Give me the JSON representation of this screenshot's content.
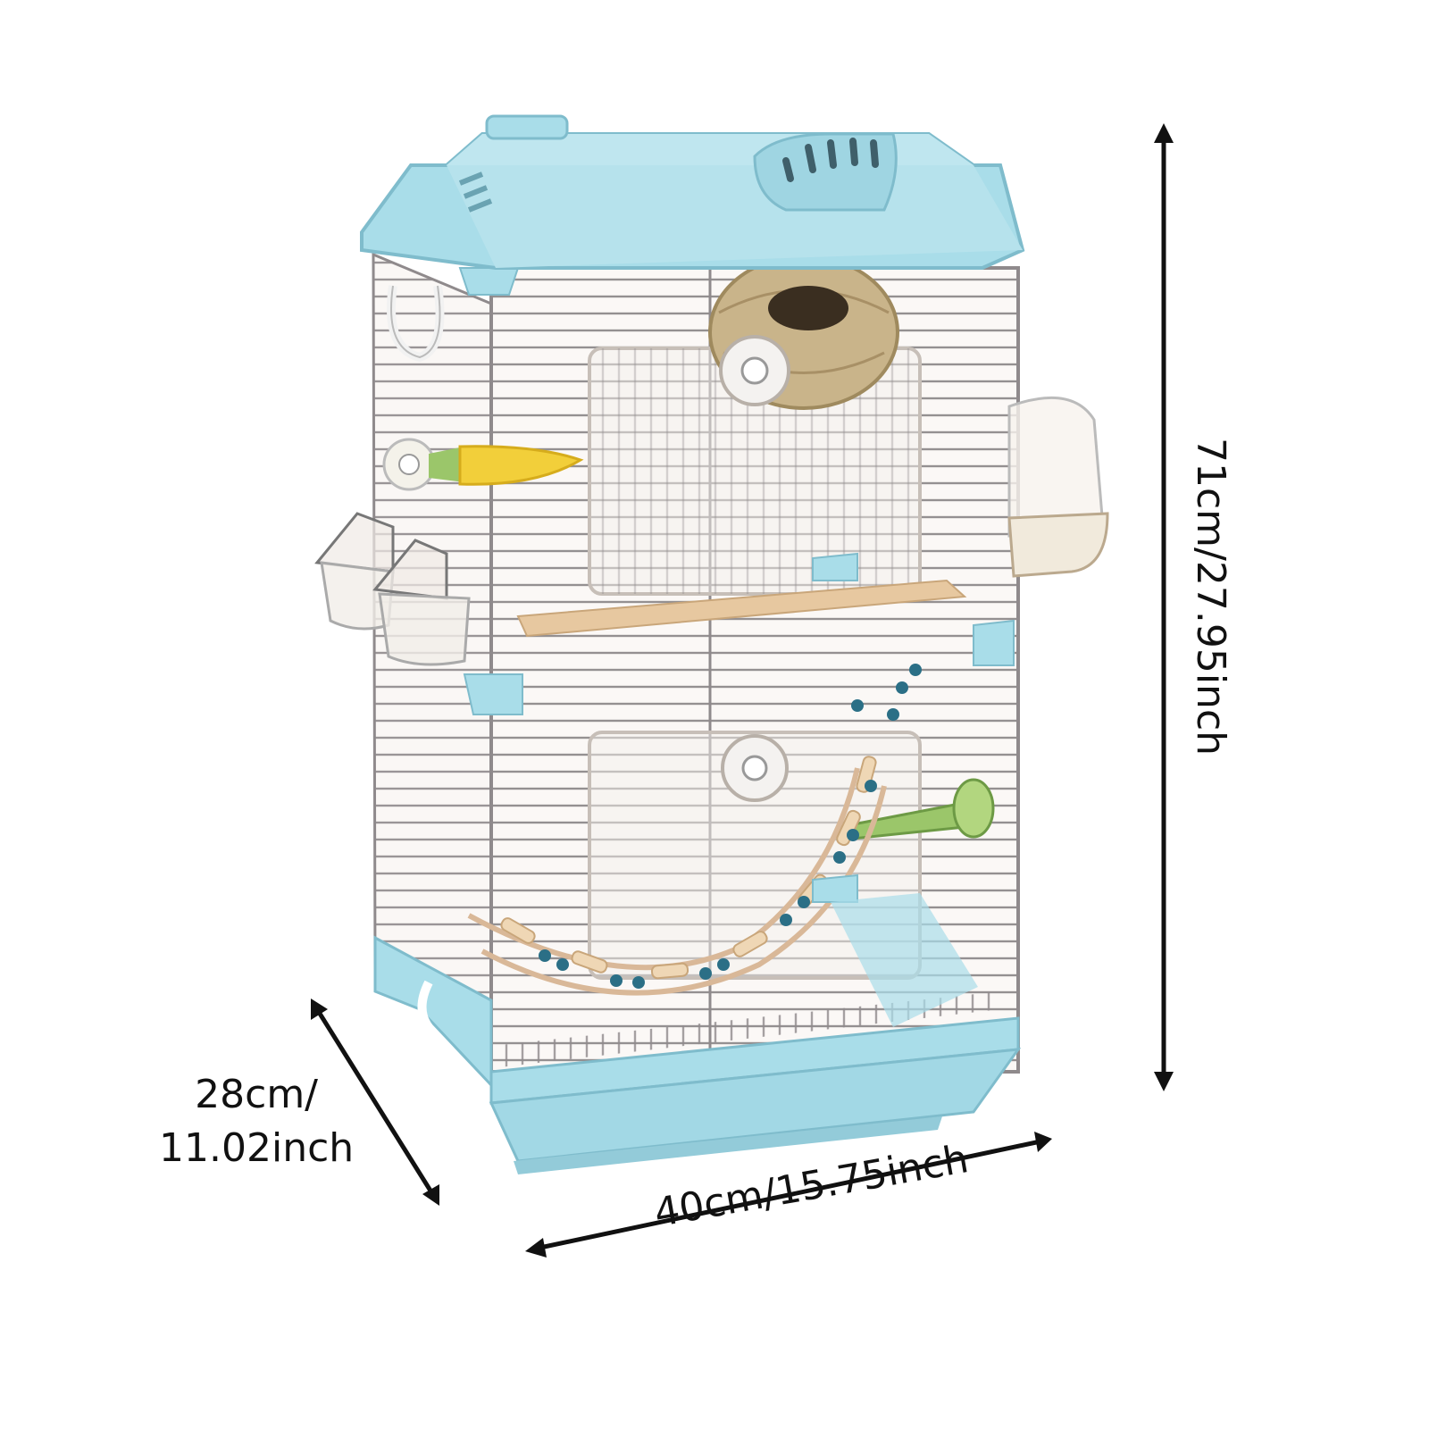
{
  "dimensions": {
    "height": "71cm/27.95inch",
    "depth_line1": "28cm/",
    "depth_line2": "11.02inch",
    "width": "40cm/15.75inch"
  },
  "colors": {
    "cage_blue": "#a9dde9",
    "wire": "#8f8a8c",
    "nest": "#c9b48a",
    "corn": "#f2cf3a",
    "cactus": "#9bc66a",
    "bead": "#2b6f86"
  }
}
